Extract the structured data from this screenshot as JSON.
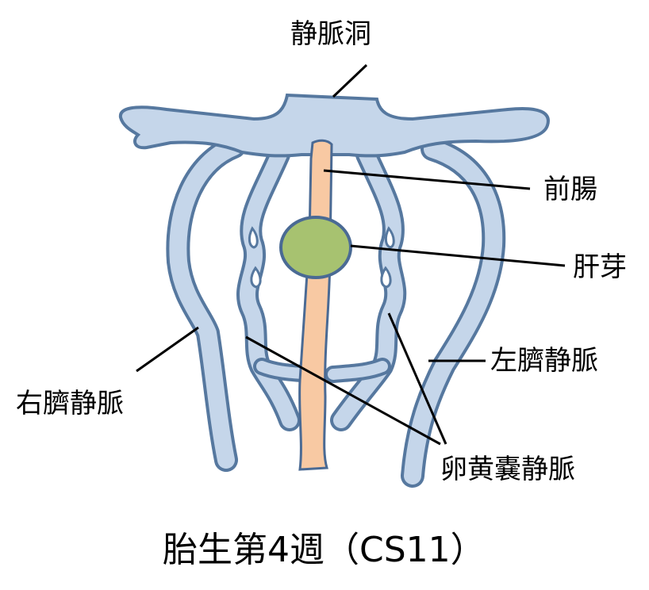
{
  "labels": {
    "sinus_venosus": "静脈洞",
    "foregut": "前腸",
    "liver_bud": "肝芽",
    "left_umbilical_vein": "左臍静脈",
    "right_umbilical_vein": "右臍静脈",
    "vitelline_vein": "卵黄嚢静脈"
  },
  "caption": "胎生第4週（CS11）",
  "colors": {
    "vein_fill": "#c5d6ea",
    "vein_stroke": "#56789f",
    "gut_fill": "#f8c9a3",
    "gut_stroke": "#4a6a94",
    "liver_fill": "#a7c270",
    "liver_stroke": "#4a6a94",
    "leader_line": "#000000"
  }
}
